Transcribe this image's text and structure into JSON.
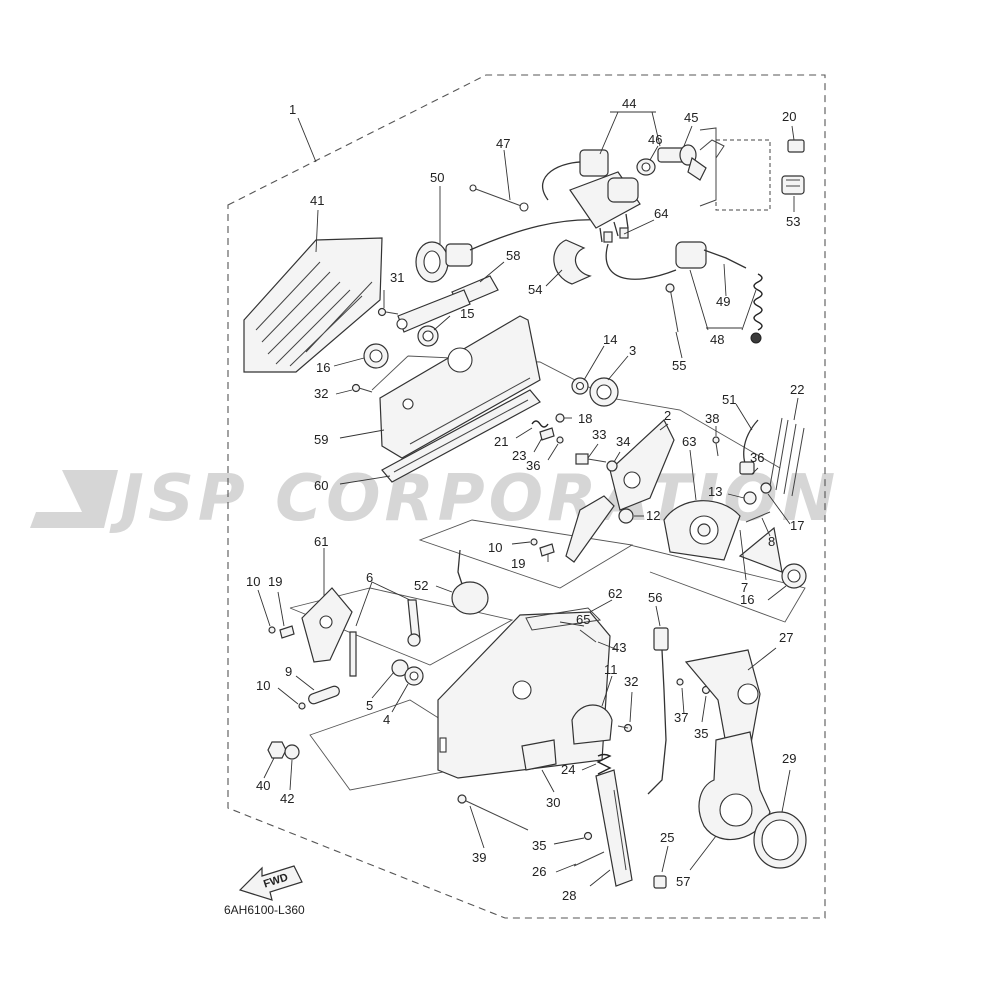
{
  "diagram": {
    "drawing_code": "6AH6100-L360",
    "fwd_label": "FWD",
    "watermark": "JSP CORPORATION",
    "callouts": [
      {
        "id": "1",
        "label": "1"
      },
      {
        "id": "2",
        "label": "2"
      },
      {
        "id": "3",
        "label": "3"
      },
      {
        "id": "4",
        "label": "4"
      },
      {
        "id": "5",
        "label": "5"
      },
      {
        "id": "6",
        "label": "6"
      },
      {
        "id": "7",
        "label": "7"
      },
      {
        "id": "8",
        "label": "8"
      },
      {
        "id": "9",
        "label": "9"
      },
      {
        "id": "10a",
        "label": "10"
      },
      {
        "id": "10b",
        "label": "10"
      },
      {
        "id": "10c",
        "label": "10"
      },
      {
        "id": "11",
        "label": "11"
      },
      {
        "id": "12",
        "label": "12"
      },
      {
        "id": "13",
        "label": "13"
      },
      {
        "id": "14",
        "label": "14"
      },
      {
        "id": "15",
        "label": "15"
      },
      {
        "id": "16a",
        "label": "16"
      },
      {
        "id": "16b",
        "label": "16"
      },
      {
        "id": "17",
        "label": "17"
      },
      {
        "id": "18",
        "label": "18"
      },
      {
        "id": "19a",
        "label": "19"
      },
      {
        "id": "19b",
        "label": "19"
      },
      {
        "id": "20",
        "label": "20"
      },
      {
        "id": "21",
        "label": "21"
      },
      {
        "id": "22",
        "label": "22"
      },
      {
        "id": "23",
        "label": "23"
      },
      {
        "id": "24",
        "label": "24"
      },
      {
        "id": "25",
        "label": "25"
      },
      {
        "id": "26",
        "label": "26"
      },
      {
        "id": "27",
        "label": "27"
      },
      {
        "id": "28",
        "label": "28"
      },
      {
        "id": "29",
        "label": "29"
      },
      {
        "id": "30",
        "label": "30"
      },
      {
        "id": "31",
        "label": "31"
      },
      {
        "id": "32a",
        "label": "32"
      },
      {
        "id": "32b",
        "label": "32"
      },
      {
        "id": "33",
        "label": "33"
      },
      {
        "id": "34",
        "label": "34"
      },
      {
        "id": "35a",
        "label": "35"
      },
      {
        "id": "35b",
        "label": "35"
      },
      {
        "id": "36a",
        "label": "36"
      },
      {
        "id": "36b",
        "label": "36"
      },
      {
        "id": "37",
        "label": "37"
      },
      {
        "id": "38",
        "label": "38"
      },
      {
        "id": "39",
        "label": "39"
      },
      {
        "id": "40",
        "label": "40"
      },
      {
        "id": "41",
        "label": "41"
      },
      {
        "id": "42",
        "label": "42"
      },
      {
        "id": "43",
        "label": "43"
      },
      {
        "id": "44",
        "label": "44"
      },
      {
        "id": "45",
        "label": "45"
      },
      {
        "id": "46",
        "label": "46"
      },
      {
        "id": "47",
        "label": "47"
      },
      {
        "id": "48",
        "label": "48"
      },
      {
        "id": "49",
        "label": "49"
      },
      {
        "id": "50",
        "label": "50"
      },
      {
        "id": "51",
        "label": "51"
      },
      {
        "id": "52",
        "label": "52"
      },
      {
        "id": "53",
        "label": "53"
      },
      {
        "id": "54",
        "label": "54"
      },
      {
        "id": "55",
        "label": "55"
      },
      {
        "id": "56",
        "label": "56"
      },
      {
        "id": "57",
        "label": "57"
      },
      {
        "id": "58",
        "label": "58"
      },
      {
        "id": "59",
        "label": "59"
      },
      {
        "id": "60",
        "label": "60"
      },
      {
        "id": "61",
        "label": "61"
      },
      {
        "id": "62",
        "label": "62"
      },
      {
        "id": "63",
        "label": "63"
      },
      {
        "id": "64",
        "label": "64"
      },
      {
        "id": "65",
        "label": "65"
      }
    ]
  }
}
